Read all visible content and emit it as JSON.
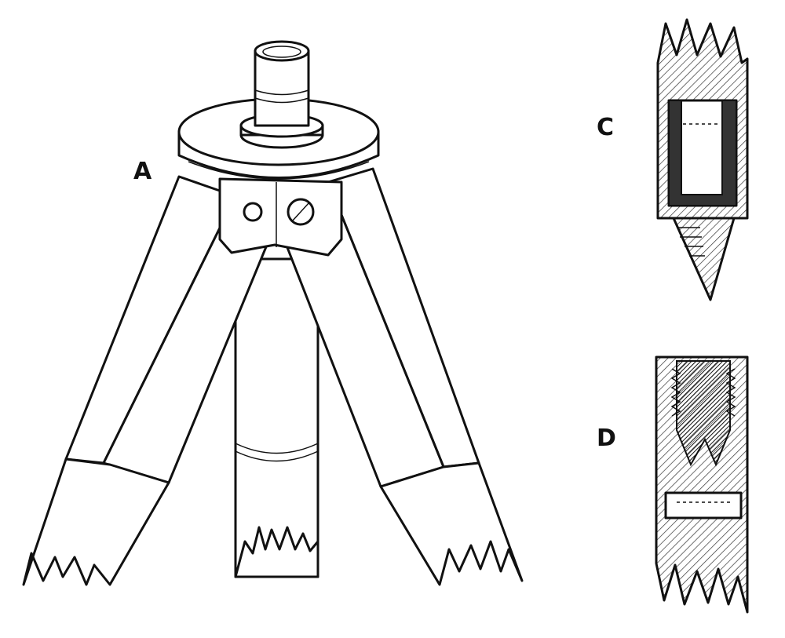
{
  "labels": {
    "a": "A",
    "c": "C",
    "d": "D"
  },
  "colors": {
    "ink": "#111111",
    "paper": "#ffffff"
  }
}
